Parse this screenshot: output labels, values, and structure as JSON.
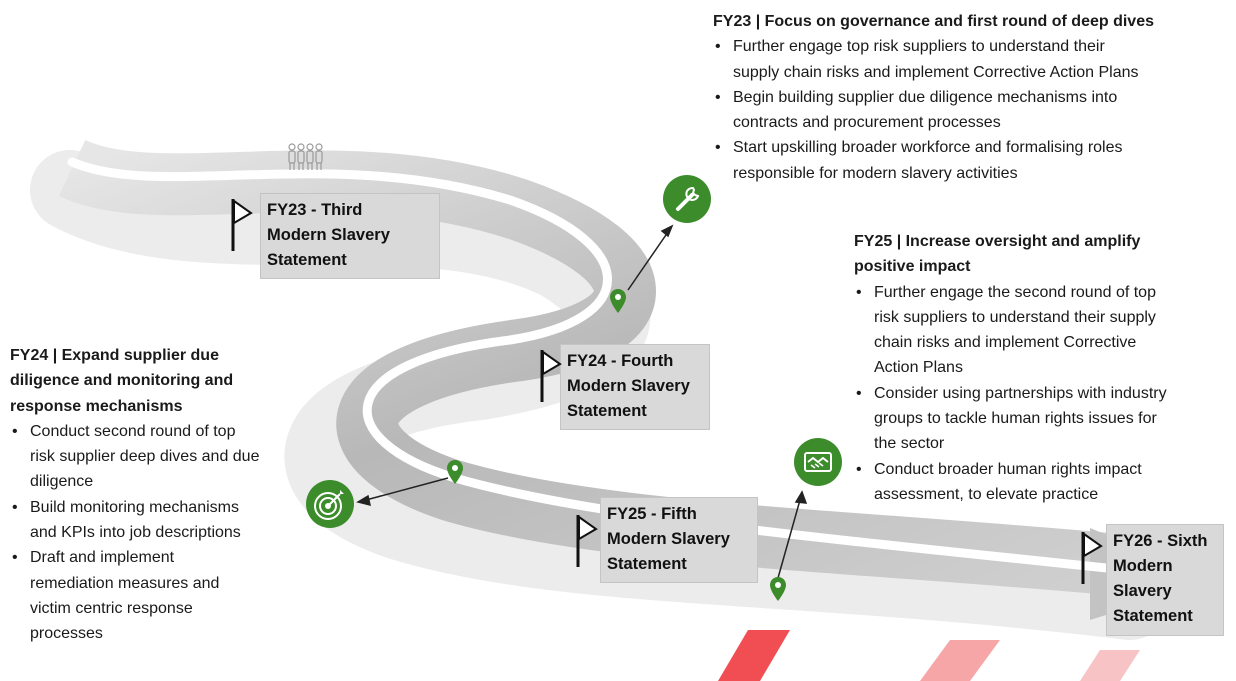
{
  "milestones": [
    {
      "id": "fy23",
      "lines": [
        "FY23 - Third",
        "Modern Slavery",
        "Statement"
      ]
    },
    {
      "id": "fy24",
      "lines": [
        "FY24 - Fourth",
        "Modern Slavery",
        "Statement"
      ]
    },
    {
      "id": "fy25",
      "lines": [
        "FY25 - Fifth",
        "Modern Slavery",
        "Statement"
      ]
    },
    {
      "id": "fy26",
      "lines": [
        "FY26 - Sixth",
        "Modern",
        "Slavery",
        "Statement"
      ]
    }
  ],
  "blocks": {
    "fy23": {
      "title": "FY23 | Focus on governance and first round of deep dives",
      "bullets": [
        [
          "Further engage top risk suppliers to understand their",
          "supply chain risks and implement Corrective Action Plans"
        ],
        [
          "Begin building supplier due diligence mechanisms into",
          "contracts and procurement processes"
        ],
        [
          "Start upskilling broader workforce and formalising roles",
          "responsible for modern slavery activities"
        ]
      ]
    },
    "fy24": {
      "title_lines": [
        "FY24 | Expand supplier due",
        "diligence and monitoring and",
        "response mechanisms"
      ],
      "bullets": [
        [
          "Conduct second round of top",
          "risk supplier deep dives and due",
          "diligence"
        ],
        [
          "Build monitoring mechanisms",
          "and KPIs into job descriptions"
        ],
        [
          "Draft and implement",
          "remediation measures and",
          "victim centric response",
          "processes"
        ]
      ]
    },
    "fy25": {
      "title_lines": [
        "FY25 | Increase oversight and amplify",
        "positive impact"
      ],
      "bullets": [
        [
          "Further engage the second round of top",
          "risk suppliers to understand their supply",
          "chain risks and implement Corrective",
          "Action Plans"
        ],
        [
          "Consider using partnerships with industry",
          "groups to tackle human rights issues for",
          "the sector"
        ],
        [
          "Conduct broader human rights impact",
          "assessment, to elevate practice"
        ]
      ]
    }
  },
  "icons": {
    "wrench": "wrench-icon",
    "target": "target-icon",
    "handshake": "handshake-icon",
    "people": "people-icon",
    "pin": "map-pin-icon",
    "flag": "flag-icon"
  },
  "colors": {
    "accent_green": "#3c8c2b",
    "road_grey": "#b3b3b3",
    "road_white": "#ffffff",
    "box_grey": "#d9d9d9",
    "watermark_red": "#e8202a"
  }
}
